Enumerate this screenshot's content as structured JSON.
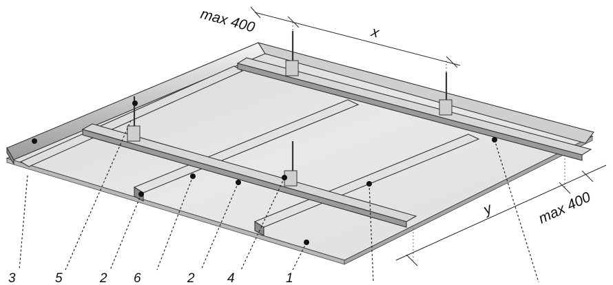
{
  "labels": {
    "l3": "3",
    "l5": "5",
    "l2a": "2",
    "l6": "6",
    "l2b": "2",
    "l4": "4",
    "l1": "1"
  },
  "dimensions": {
    "top_max": "max 400",
    "x": "x",
    "y": "y",
    "right_max": "max 400"
  }
}
